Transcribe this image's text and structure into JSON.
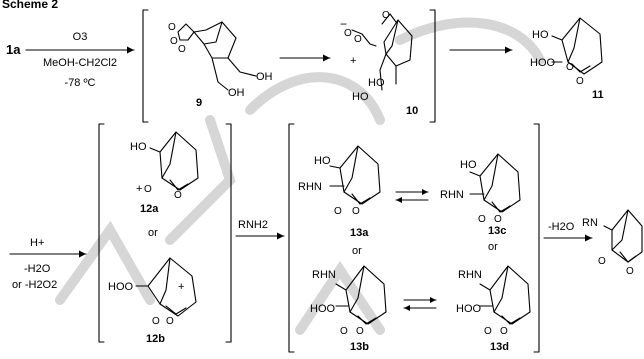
{
  "scheme_title": "Scheme 2",
  "watermark": "ACCEPTED MANUSCRIPT",
  "start": "1a",
  "step1": {
    "reagent": "O3",
    "solvent": "MeOH-CH2Cl2",
    "temperature": "-78 ºC"
  },
  "compounds": {
    "c9": {
      "label": "9",
      "groups": [
        "OH",
        "OH"
      ]
    },
    "c10": {
      "label": "10",
      "groups": [
        "HO",
        "HO"
      ],
      "charges": [
        "−",
        "+"
      ]
    },
    "c11": {
      "label": "11",
      "groups": [
        "HO",
        "HOO"
      ]
    },
    "c12a": {
      "label": "12a",
      "groups": [
        "HO"
      ],
      "charges": [
        "+"
      ]
    },
    "c12b": {
      "label": "12b",
      "groups": [
        "HOO"
      ],
      "charges": [
        "+"
      ]
    },
    "c13a": {
      "label": "13a",
      "groups": [
        "HO",
        "RHN"
      ]
    },
    "c13b": {
      "label": "13b",
      "groups": [
        "RHN",
        "HOO"
      ]
    },
    "c13c": {
      "label": "13c",
      "groups": [
        "HO",
        "RHN"
      ]
    },
    "c13d": {
      "label": "13d",
      "groups": [
        "RHN",
        "HOO"
      ]
    },
    "product": {
      "groups": [
        "RN"
      ]
    }
  },
  "or_label": "or",
  "acid": {
    "reagent": "H+",
    "loss1": "-H2O",
    "loss2": "or -H2O2"
  },
  "amine": {
    "reagent": "RNH2"
  },
  "final": {
    "loss": "-H2O"
  }
}
